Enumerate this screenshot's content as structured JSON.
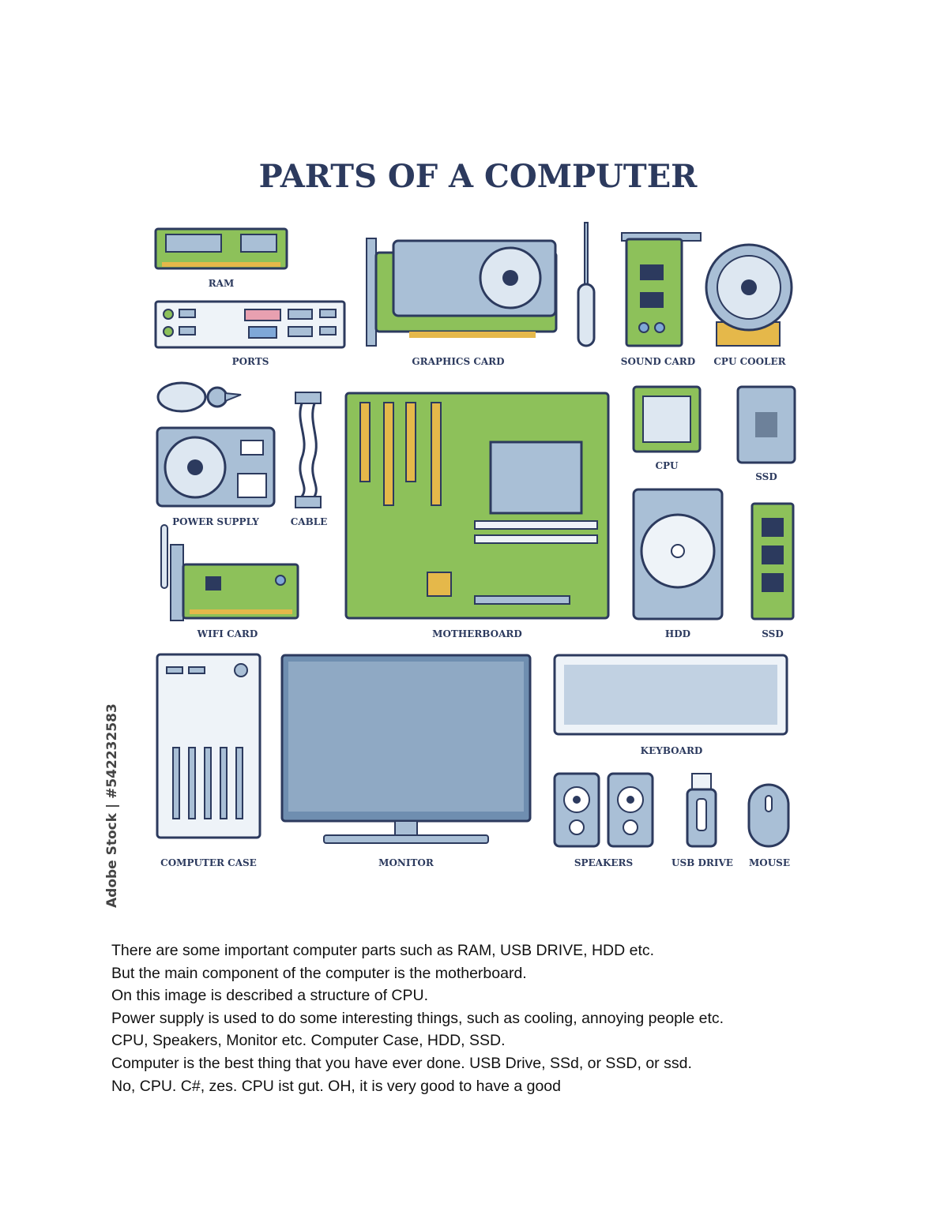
{
  "figure": {
    "title": "PARTS OF A COMPUTER",
    "watermark_credit": "Adobe Stock | #542232583",
    "labels": {
      "ram": "RAM",
      "ports": "PORTS",
      "graphics_card": "GRAPHICS CARD",
      "sound_card": "SOUND CARD",
      "cpu_cooler": "CPU COOLER",
      "power_supply": "POWER SUPPLY",
      "cable": "CABLE",
      "cpu": "CPU",
      "ssd_1": "SSD",
      "wifi_card": "WIFI CARD",
      "motherboard": "MOTHERBOARD",
      "hdd": "HDD",
      "ssd_2": "SSD",
      "keyboard": "KEYBOARD",
      "computer_case": "COMPUTER CASE",
      "monitor": "MONITOR",
      "speakers": "SPEAKERS",
      "usb_drive": "USB DRIVE",
      "mouse": "MOUSE"
    },
    "colors": {
      "outline": "#2c3a5e",
      "green": "#8dc15a",
      "blue_gray": "#a9bfd6",
      "gold": "#e5b84a"
    }
  },
  "body_lines": [
    "There are some important computer parts such as RAM, USB DRIVE, HDD etc.",
    "But the main component of the computer is the motherboard.",
    "On this image is described a structure of CPU.",
    "Power supply is used to do some interesting things, such as cooling, annoying people etc.",
    "CPU, Speakers, Monitor etc. Computer Case, HDD, SSD.",
    "Computer is the best thing that you have ever done. USB Drive, SSd, or SSD, or ssd.",
    "No, CPU. C#, zes. CPU ist gut. OH, it is very good to have a good"
  ]
}
